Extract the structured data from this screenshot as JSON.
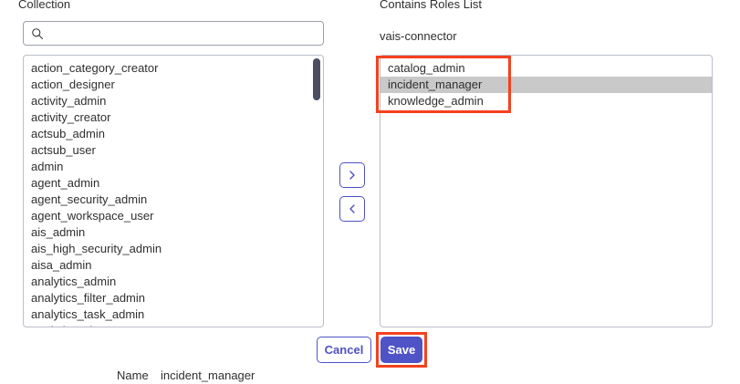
{
  "left_panel": {
    "title": "Collection",
    "search": {
      "placeholder": "",
      "value": "",
      "icon": "search-icon"
    },
    "items": [
      "action_category_creator",
      "action_designer",
      "activity_admin",
      "activity_creator",
      "actsub_admin",
      "actsub_user",
      "admin",
      "agent_admin",
      "agent_security_admin",
      "agent_workspace_user",
      "ais_admin",
      "ais_high_security_admin",
      "aisa_admin",
      "analytics_admin",
      "analytics_filter_admin",
      "analytics_task_admin",
      "analytics_viewer"
    ]
  },
  "transfer": {
    "move_right_icon": "chevron-right-icon",
    "move_left_icon": "chevron-left-icon"
  },
  "right_panel": {
    "title": "Contains Roles List",
    "subtitle": "vais-connector",
    "items": [
      {
        "label": "catalog_admin",
        "selected": false
      },
      {
        "label": "incident_manager",
        "selected": true
      },
      {
        "label": "knowledge_admin",
        "selected": false
      }
    ]
  },
  "footer": {
    "cancel_label": "Cancel",
    "save_label": "Save"
  },
  "record": {
    "name_label": "Name",
    "name_value": "incident_manager"
  },
  "colors": {
    "accent": "#4f51c4",
    "save_fill": "#5053c6",
    "selection": "#c9c9c9",
    "annotation": "#f4411e",
    "border": "#b9bec8",
    "scrollbar_thumb": "#4b4f60"
  }
}
